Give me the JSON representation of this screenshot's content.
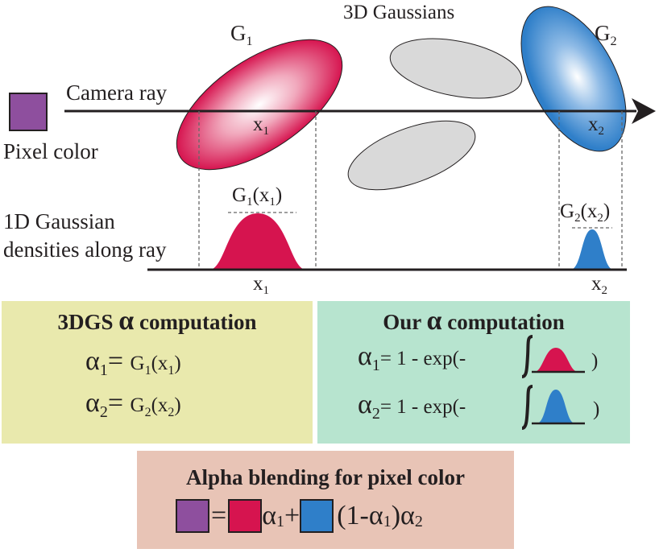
{
  "colors": {
    "pixel": "#8e4f9e",
    "g1": "#d6144f",
    "g2": "#2f7fc9",
    "gray": "#d9d9d9",
    "box_3dgs": "#e9e9ad",
    "box_ours": "#b7e4cf",
    "box_blend": "#e8c4b6"
  },
  "diagram": {
    "g1_label": "G",
    "g1_sub": "1",
    "g2_label": "G",
    "g2_sub": "2",
    "gaussians_label": "3D Gaussians",
    "camera_ray": "Camera ray",
    "pixel_color": "Pixel color",
    "x1_label": "x",
    "x1_sub": "1",
    "x2_label": "x",
    "x2_sub": "2",
    "density_line1": "1D Gaussian",
    "density_line2": "densities along ray",
    "g1x1_G": "G",
    "g1x1_sub": "1",
    "g1x1_arg": "(x",
    "g1x1_argsub": "1",
    "g1x1_close": ")",
    "g2x2_G": "G",
    "g2x2_sub": "2",
    "g2x2_arg": "(x",
    "g2x2_argsub": "2",
    "g2x2_close": ")"
  },
  "box_3dgs": {
    "title_pre": "3DGS ",
    "title_alpha": "α",
    "title_post": " computation",
    "eq1_alpha": "α",
    "eq1_sub": "1",
    "eq1_eq": "= ",
    "eq1_G": "G",
    "eq1_Gsub": "1",
    "eq1_arg": "(x",
    "eq1_argsub": "1",
    "eq1_close": ")",
    "eq2_alpha": "α",
    "eq2_sub": "2",
    "eq2_eq": "= ",
    "eq2_G": "G",
    "eq2_Gsub": "2",
    "eq2_arg": "(x",
    "eq2_argsub": "2",
    "eq2_close": ")"
  },
  "box_ours": {
    "title_pre": "Our ",
    "title_alpha": "α",
    "title_post": " computation",
    "eq1_alpha": "α",
    "eq1_sub": "1",
    "eq1_text": "= 1 - exp(-",
    "eq1_close": ")",
    "eq2_alpha": "α",
    "eq2_sub": "2",
    "eq2_text": "= 1 - exp(-",
    "eq2_close": ")"
  },
  "box_blend": {
    "title": "Alpha blending for pixel color",
    "eq_equals": "=",
    "eq_alpha1": "α",
    "eq_alpha1_sub": "1",
    "eq_plus": "+",
    "eq_paren_open": "(1-",
    "eq_alpha_in": "α",
    "eq_alpha_in_sub": "1",
    "eq_paren_close": ")",
    "eq_alpha2": "α",
    "eq_alpha2_sub": "2"
  }
}
